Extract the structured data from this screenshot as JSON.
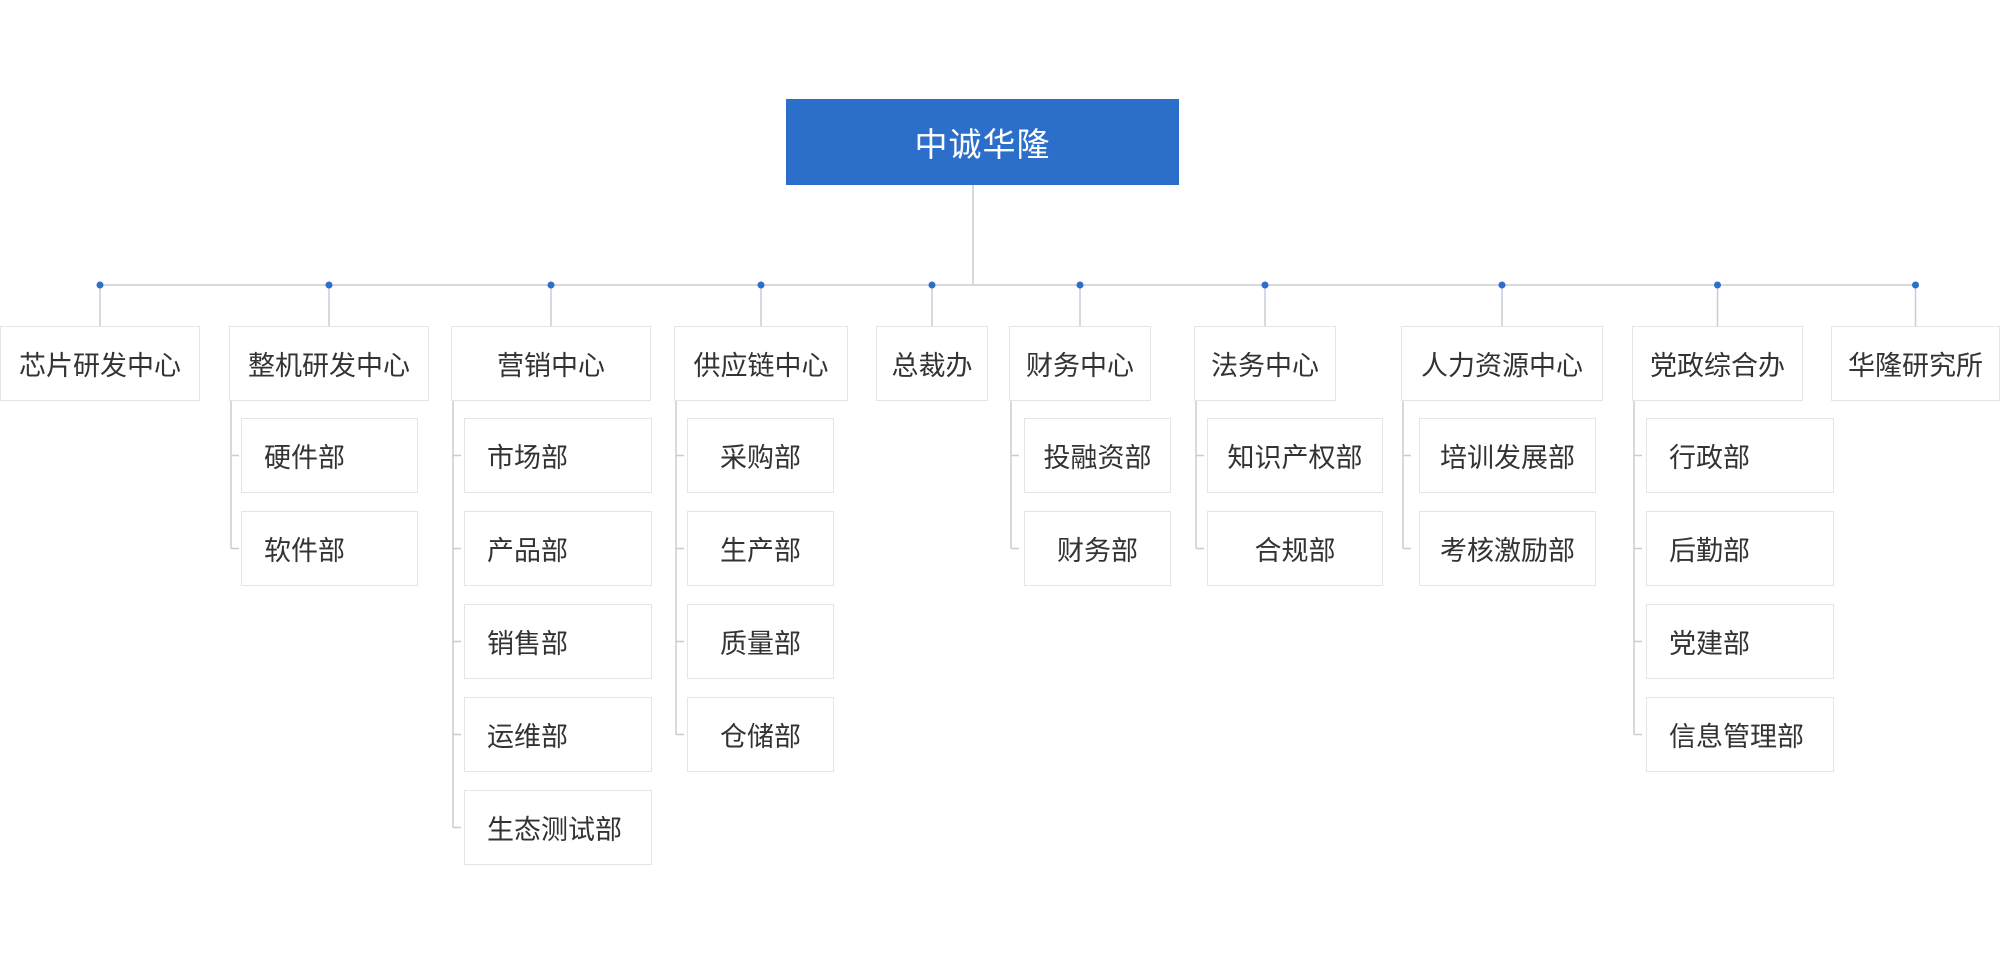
{
  "colors": {
    "root_fill": "#2b6fcb",
    "root_text": "#ffffff",
    "line": "#c9cdd2",
    "dot": "#2b6fcb",
    "box_border": "#e3e5e8",
    "box_text": "#333333"
  },
  "org": {
    "root": "中诚华隆",
    "departments": [
      {
        "name": "芯片研发中心",
        "children": []
      },
      {
        "name": "整机研发中心",
        "children": [
          "硬件部",
          "软件部"
        ]
      },
      {
        "name": "营销中心",
        "children": [
          "市场部",
          "产品部",
          "销售部",
          "运维部",
          "生态测试部"
        ]
      },
      {
        "name": "供应链中心",
        "children": [
          "采购部",
          "生产部",
          "质量部",
          "仓储部"
        ]
      },
      {
        "name": "总裁办",
        "children": []
      },
      {
        "name": "财务中心",
        "children": [
          "投融资部",
          "财务部"
        ]
      },
      {
        "name": "法务中心",
        "children": [
          "知识产权部",
          "合规部"
        ]
      },
      {
        "name": "人力资源中心",
        "children": [
          "培训发展部",
          "考核激励部"
        ]
      },
      {
        "name": "党政综合办",
        "children": [
          "行政部",
          "后勤部",
          "党建部",
          "信息管理部"
        ]
      },
      {
        "name": "华隆研究所",
        "children": []
      }
    ]
  }
}
